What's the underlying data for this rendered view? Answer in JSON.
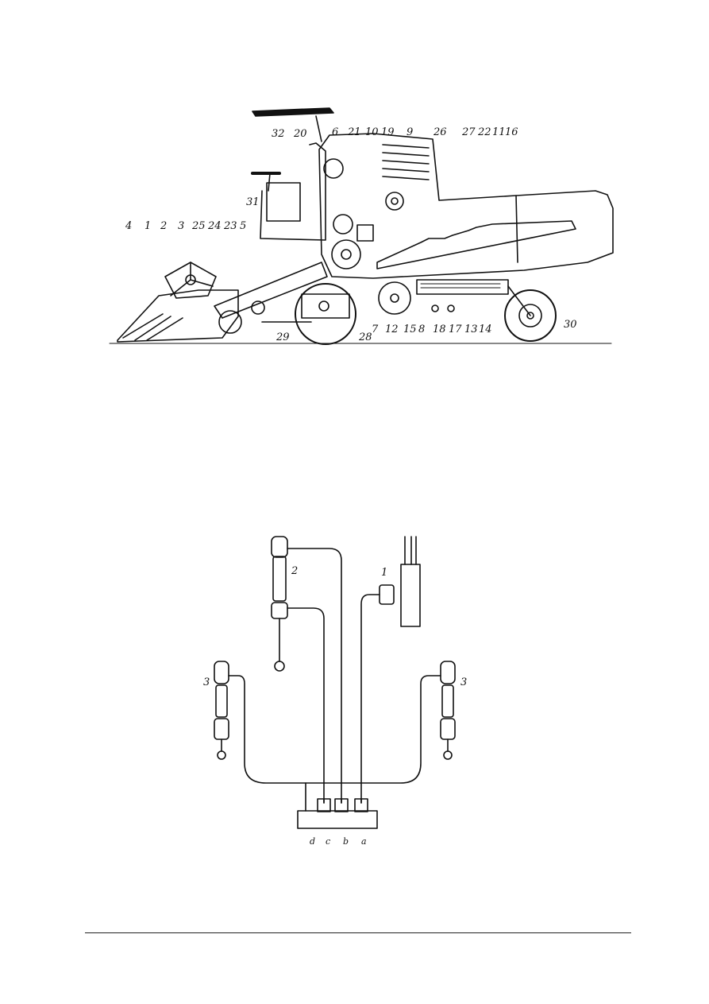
{
  "figure1": {
    "callouts": [
      "4",
      "1",
      "2",
      "3",
      "25",
      "24",
      "23",
      "5",
      "31",
      "32",
      "20",
      "6",
      "21",
      "10",
      "19",
      "9",
      "26",
      "27",
      "22",
      "11",
      "16",
      "29",
      "28",
      "7",
      "12",
      "15",
      "8",
      "18",
      "17",
      "13",
      "14",
      "30"
    ]
  },
  "figure2": {
    "callouts": [
      "2",
      "1",
      "3",
      "3"
    ],
    "port_labels": [
      "d",
      "c",
      "b",
      "a"
    ]
  }
}
